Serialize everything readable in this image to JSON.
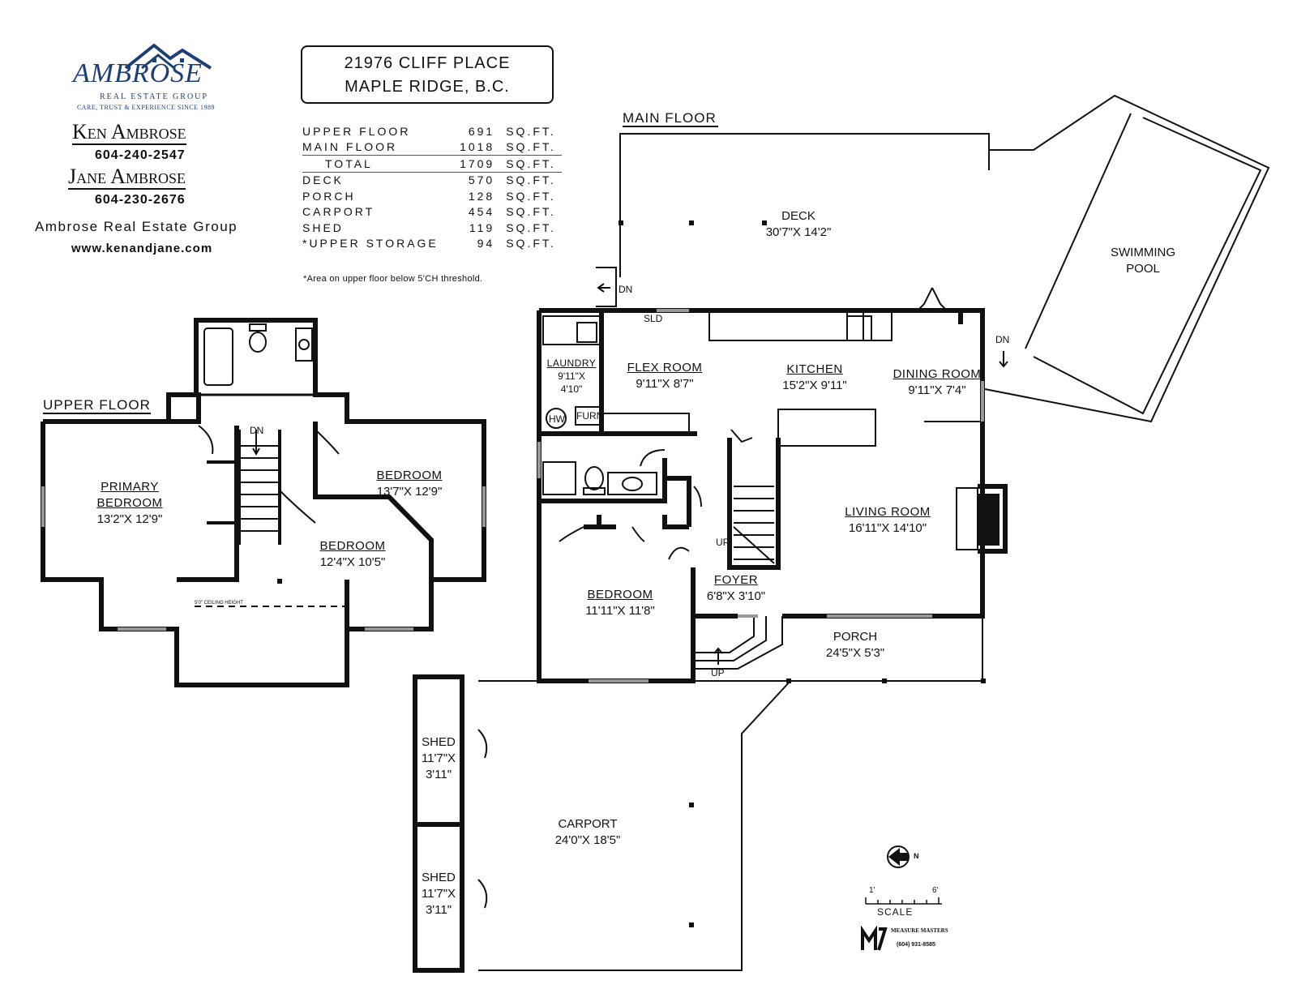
{
  "brand": {
    "logo_word": "AMBROSE",
    "logo_subtitle": "REAL ESTATE GROUP",
    "logo_tagline": "CARE, TRUST & EXPERIENCE SINCE 1989",
    "colors": {
      "logo": "#1f3f73",
      "line": "#111111"
    }
  },
  "agents": [
    {
      "name": "Ken Ambrose",
      "phone": "604-240-2547"
    },
    {
      "name": "Jane Ambrose",
      "phone": "604-230-2676"
    }
  ],
  "group_name": "Ambrose Real Estate Group",
  "website": "www.kenandjane.com",
  "address": {
    "line1": "21976 CLIFF PLACE",
    "line2": "MAPLE RIDGE, B.C."
  },
  "areas": [
    {
      "label": "UPPER FLOOR",
      "value": "691",
      "unit": "SQ.FT."
    },
    {
      "label": "MAIN FLOOR",
      "value": "1018",
      "unit": "SQ.FT."
    },
    {
      "label": "TOTAL",
      "value": "1709",
      "unit": "SQ.FT."
    },
    {
      "label": "DECK",
      "value": "570",
      "unit": "SQ.FT."
    },
    {
      "label": "PORCH",
      "value": "128",
      "unit": "SQ.FT."
    },
    {
      "label": "CARPORT",
      "value": "454",
      "unit": "SQ.FT."
    },
    {
      "label": "SHED",
      "value": "119",
      "unit": "SQ.FT."
    },
    {
      "label": "*UPPER STORAGE",
      "value": "94",
      "unit": "SQ.FT."
    }
  ],
  "area_note": "*Area on upper floor below 5'CH threshold.",
  "upper_floor": {
    "title": "UPPER FLOOR",
    "rooms": [
      {
        "name1": "PRIMARY",
        "name2": "BEDROOM",
        "dims": "13'2\"X 12'9\""
      },
      {
        "name1": "BEDROOM",
        "dims": "13'7\"X 12'9\""
      },
      {
        "name1": "BEDROOM",
        "dims": "12'4\"X 10'5\""
      }
    ],
    "stair_label": "DN",
    "ceiling_note": "5'0\" CEILING HEIGHT"
  },
  "main_floor": {
    "title": "MAIN FLOOR",
    "rooms": {
      "deck": {
        "name": "DECK",
        "dims": "30'7\"X 14'2\""
      },
      "pool": {
        "name1": "SWIMMING",
        "name2": "POOL"
      },
      "laundry": {
        "name": "LAUNDRY",
        "dims1": "9'11\"X",
        "dims2": "4'10\""
      },
      "flex": {
        "name": "FLEX ROOM",
        "dims": "9'11\"X 8'7\""
      },
      "kitchen": {
        "name": "KITCHEN",
        "dims": "15'2\"X 9'11\""
      },
      "dining": {
        "name": "DINING ROOM",
        "dims": "9'11\"X 7'4\""
      },
      "living": {
        "name": "LIVING ROOM",
        "dims": "16'11\"X 14'10\""
      },
      "bedroom": {
        "name": "BEDROOM",
        "dims": "11'11\"X 11'8\""
      },
      "foyer": {
        "name": "FOYER",
        "dims": "6'8\"X 3'10\""
      },
      "porch": {
        "name": "PORCH",
        "dims": "24'5\"X 5'3\""
      },
      "carport": {
        "name": "CARPORT",
        "dims": "24'0\"X 18'5\""
      },
      "shed1": {
        "name": "SHED",
        "dims1": "11'7\"X",
        "dims2": "3'11\""
      },
      "shed2": {
        "name": "SHED",
        "dims1": "11'7\"X",
        "dims2": "3'11\""
      }
    },
    "labels": {
      "dn": "DN",
      "up": "UP",
      "sld": "SLD",
      "hw": "HW",
      "furn": "FURN"
    }
  },
  "compass": {
    "north": "N"
  },
  "scale": {
    "start": "1'",
    "end": "6'",
    "label": "SCALE"
  },
  "measurer": {
    "name": "MEASURE MASTERS",
    "phone": "(604) 931-8585"
  }
}
